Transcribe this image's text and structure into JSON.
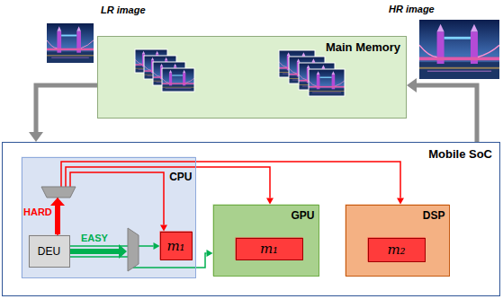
{
  "diagram": {
    "nodes": [
      {
        "text": [
          "Main Memory"
        ]
      },
      {
        "text": [
          "Mobile SoC"
        ]
      },
      {
        "text": [
          "CPU"
        ],
        "in": 1
      },
      {
        "text": [
          "DEU"
        ],
        "in": 2
      },
      {
        "text": [
          "m₁"
        ],
        "in": 2
      },
      {
        "text": [
          "GPU"
        ],
        "in": 1
      },
      {
        "text": [
          "m₁"
        ],
        "in": 5
      },
      {
        "text": [
          "DSP"
        ],
        "in": 1
      },
      {
        "text": [
          "m₂"
        ],
        "in": 7
      }
    ],
    "edges": [
      {
        "from": 0,
        "to": 1,
        "arrow": "to"
      },
      {
        "from": 1,
        "to": 0,
        "arrow": "to"
      },
      {
        "from": 3,
        "to": 4,
        "arrow": "to"
      },
      {
        "from": 3,
        "to": 5,
        "arrow": "to"
      },
      {
        "from": 3,
        "to": 7,
        "arrow": "to"
      },
      {
        "from": 3,
        "to": 4,
        "arrow": "to"
      },
      {
        "from": 3,
        "to": 5,
        "arrow": "to"
      }
    ],
    "labels": [
      "LR image",
      "HR image",
      "HARD",
      "EASY"
    ]
  }
}
